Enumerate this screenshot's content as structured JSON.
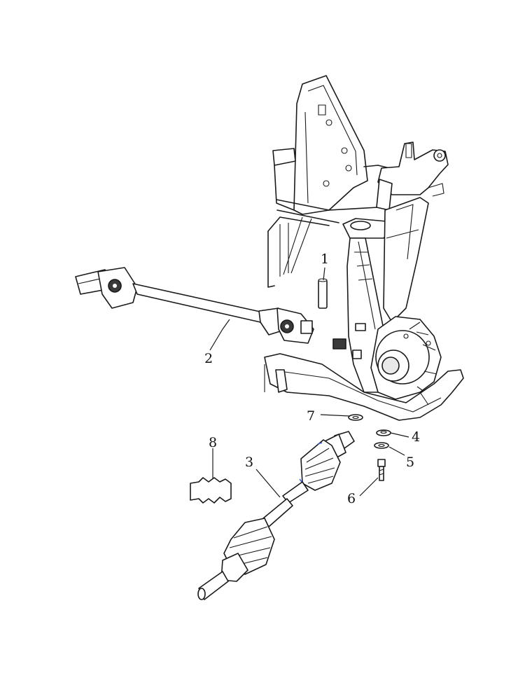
{
  "callouts": {
    "c1": "1",
    "c2": "2",
    "c3": "3",
    "c4": "4",
    "c5": "5",
    "c6": "6",
    "c7": "7",
    "c8": "8"
  },
  "colors": {
    "line": "#1a1a1a",
    "boot_clamp_accent": "#3a5bd6",
    "background": "#ffffff"
  }
}
